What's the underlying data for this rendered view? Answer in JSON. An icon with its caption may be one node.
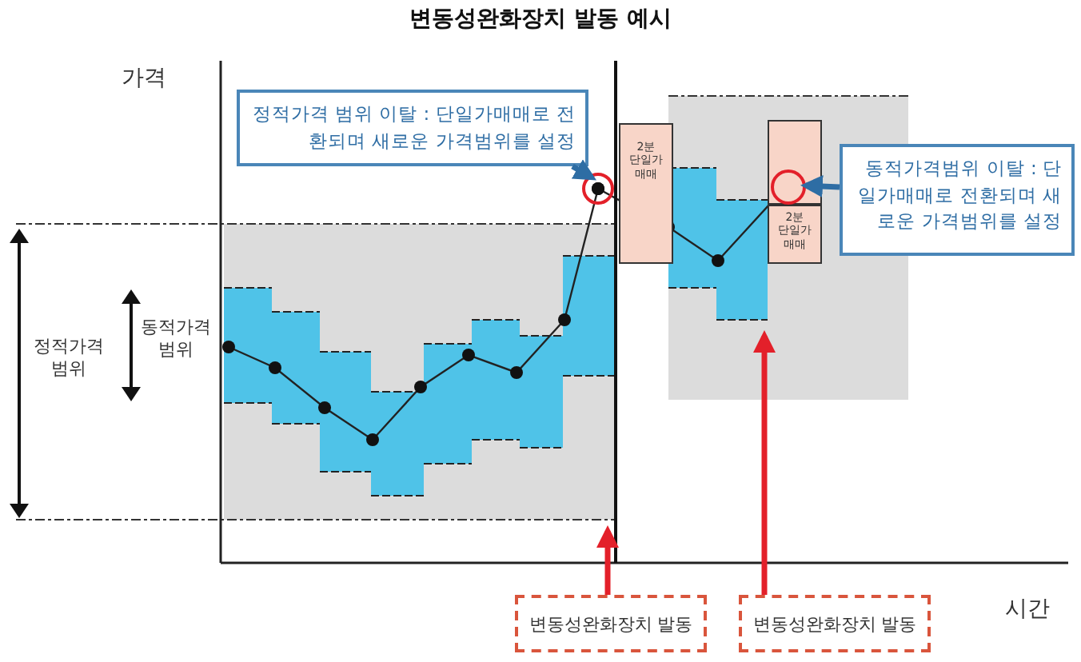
{
  "diagram": {
    "title": "변동성완화장치 발동 예시",
    "nodes": [
      {
        "text": [
          "정적가격 범위 이탈 : 단일가매매로 전환되며 새로운 가격범위를 설정"
        ]
      },
      {
        "text": [],
        "shape": "circle"
      },
      {
        "text": [
          "2분 단일가 매매"
        ]
      },
      {
        "text": [],
        "shape": "box"
      },
      {
        "text": [],
        "shape": "circle",
        "in": 3
      },
      {
        "text": [
          "동적가격범위 이탈 : 단일가매매로 전환되며 새로운 가격범위를 설정"
        ]
      },
      {
        "text": [
          "2분 단일가 매매"
        ]
      },
      {
        "text": [
          "변동성완화장치 발동"
        ]
      },
      {
        "text": [
          "변동성완화장치 발동"
        ]
      }
    ],
    "edges": [
      {
        "from": 0,
        "to": 1,
        "arrow": "to",
        "color": "#2e6da4"
      },
      {
        "from": 5,
        "to": 4,
        "arrow": "to",
        "color": "#2e6da4"
      },
      {
        "from": 7,
        "to": null,
        "arrow": "to",
        "color": "#e3202a"
      },
      {
        "from": 8,
        "to": null,
        "arrow": "to",
        "color": "#e3202a"
      }
    ],
    "labels": [
      "가격",
      "정적가격 범위",
      "동적가격 범위",
      "시간"
    ]
  }
}
